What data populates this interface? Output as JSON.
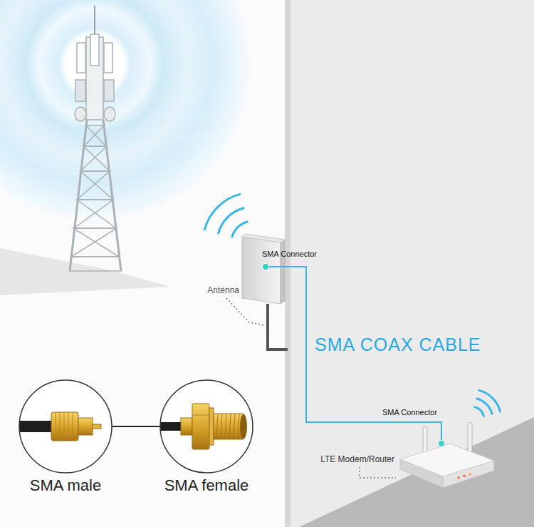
{
  "diagram": {
    "nodes": [
      {
        "text": [
          "SMA Connector",
          "Antenna"
        ]
      },
      {
        "text": [
          "SMA Connector",
          "LTE Modem/Router"
        ]
      },
      {
        "text": [
          "SMA male"
        ]
      },
      {
        "text": [
          "SMA female"
        ]
      }
    ],
    "edges": [
      {
        "from": 0,
        "to": 1,
        "arrow": "none",
        "label": "SMA COAX CABLE"
      },
      {
        "from": 2,
        "to": 3,
        "arrow": "none"
      }
    ]
  }
}
